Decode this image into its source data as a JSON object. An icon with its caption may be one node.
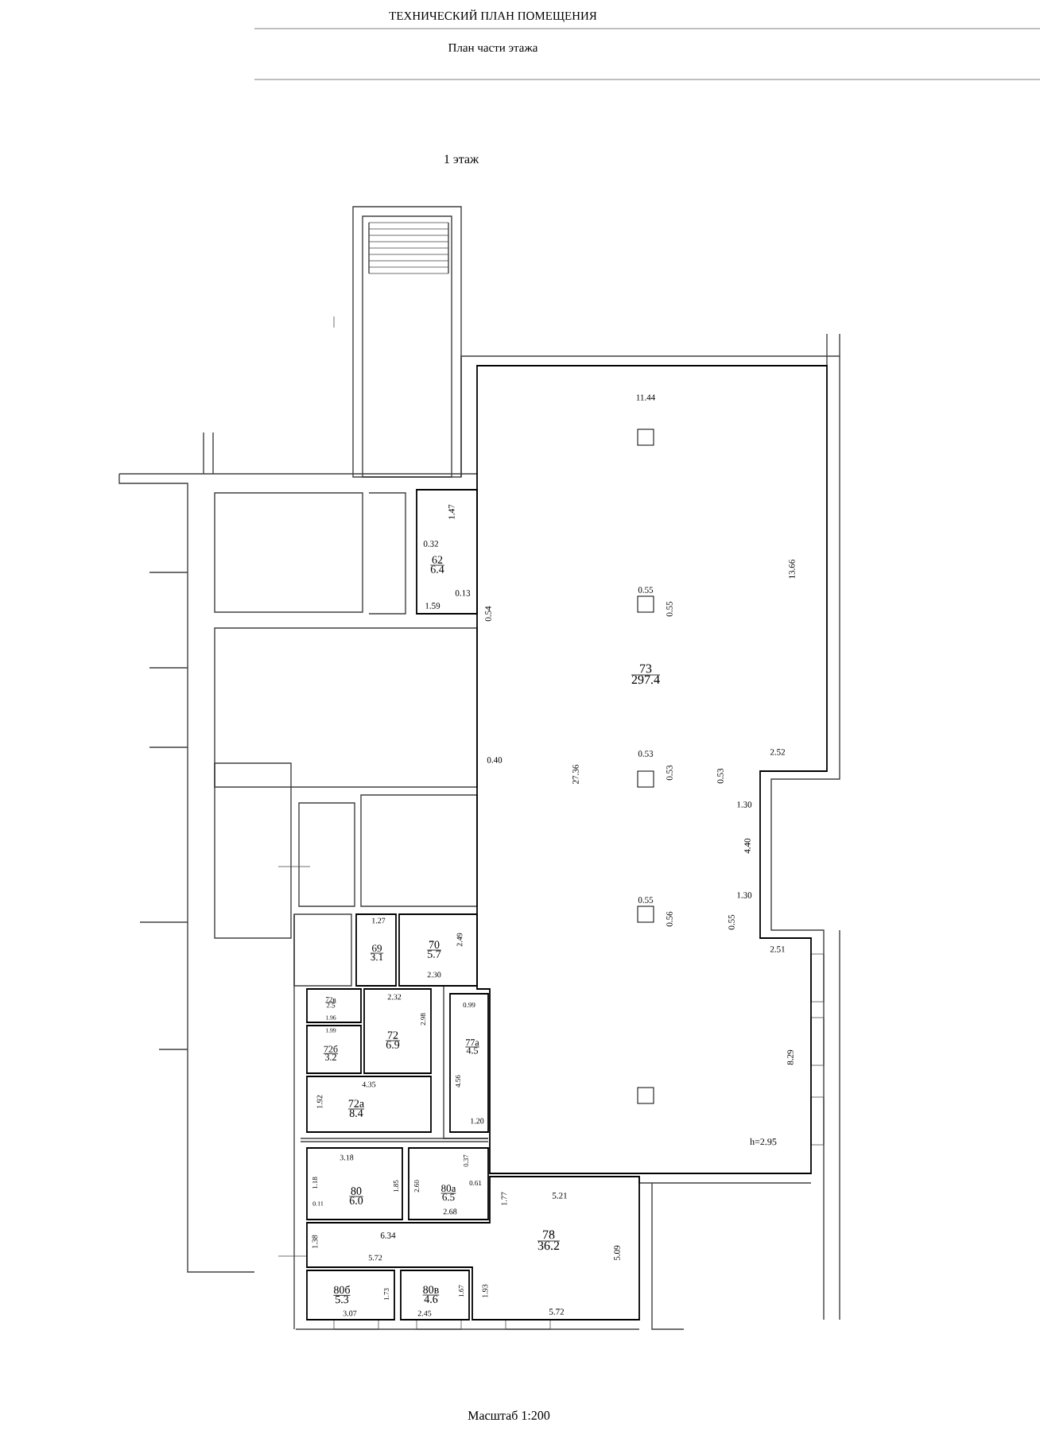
{
  "diagram": {
    "title": "ТЕХНИЧЕСКИЙ ПЛАН ПОМЕЩЕНИЯ",
    "nodes": [
      {
        "text": [
          "62",
          "6.4"
        ]
      },
      {
        "text": [
          "73",
          "297.4"
        ]
      },
      {
        "text": [
          "69",
          "3.1"
        ]
      },
      {
        "text": [
          "70",
          "5.7"
        ]
      },
      {
        "text": [
          "72в",
          "2.5"
        ]
      },
      {
        "text": [
          "72",
          "6.9"
        ]
      },
      {
        "text": [
          "72б",
          "3.2"
        ]
      },
      {
        "text": [
          "72а",
          "8.4"
        ]
      },
      {
        "text": [
          "77а",
          "4.5"
        ]
      },
      {
        "text": [
          "80",
          "6.0"
        ]
      },
      {
        "text": [
          "80а",
          "6.5"
        ]
      },
      {
        "text": [
          "78",
          "36.2"
        ]
      },
      {
        "text": [
          "80б",
          "5.3"
        ]
      },
      {
        "text": [
          "80в",
          "4.6"
        ]
      }
    ],
    "edges": [],
    "labels": [
      "План части этажа",
      "1 этаж",
      "11.44",
      "1.47",
      "0.32",
      "13.66",
      "1.59",
      "0.13",
      "0.54",
      "0.55",
      "0.55",
      "2.52",
      "0.40",
      "27.36",
      "0.53",
      "0.53",
      "0.53",
      "1.30",
      "4.40",
      "1.30",
      "0.55",
      "0.56",
      "0.55",
      "2.51",
      "1.27",
      "2.49",
      "2.30",
      "2.32",
      "2.98",
      "0.99",
      "1.96",
      "1.99",
      "4.35",
      "4.56",
      "1.92",
      "1.20",
      "3.18",
      "1.18",
      "1.85",
      "2.60",
      "0.37",
      "0.61",
      "1.77",
      "5.21",
      "0.11",
      "2.68",
      "6.34",
      "1.38",
      "5.09",
      "5.72",
      "1.73",
      "1.67",
      "1.93",
      "3.07",
      "2.45",
      "5.72",
      "8.29",
      "h=2.95",
      "Масштаб 1:200"
    ]
  }
}
